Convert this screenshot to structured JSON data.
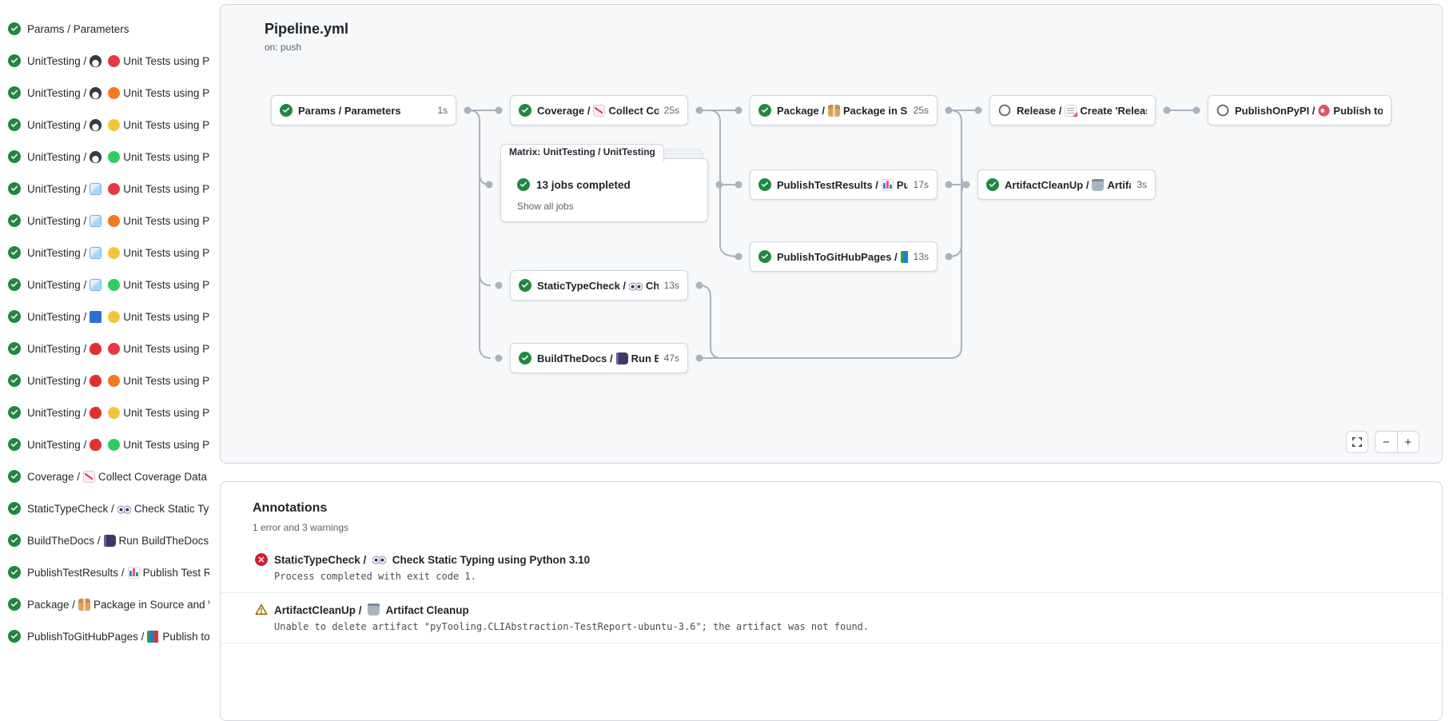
{
  "graph": {
    "title": "Pipeline.yml",
    "subtitle": "on: push",
    "matrix": {
      "tab": "Matrix: UnitTesting / UnitTesting",
      "summary": "13 jobs completed",
      "link": "Show all jobs"
    },
    "controls": {
      "zoom_out": "−",
      "zoom_in": "+"
    },
    "nodes": [
      {
        "id": "params",
        "status": "success",
        "before": "Params / Parameters",
        "icons": [],
        "after": "",
        "duration": "1s"
      },
      {
        "id": "coverage",
        "status": "success",
        "before": "Coverage / ",
        "icons": [
          "chart-up"
        ],
        "after": " Collect Cove...",
        "duration": "25s"
      },
      {
        "id": "package",
        "status": "success",
        "before": "Package / ",
        "icons": [
          "package"
        ],
        "after": " Package in So...",
        "duration": "25s"
      },
      {
        "id": "release",
        "status": "skipped",
        "before": "Release / ",
        "icons": [
          "memo"
        ],
        "after": " Create 'Release P...",
        "duration": ""
      },
      {
        "id": "pypi",
        "status": "skipped",
        "before": "PublishOnPyPI / ",
        "icons": [
          "rocket"
        ],
        "after": " Publish to ...",
        "duration": ""
      },
      {
        "id": "ptr",
        "status": "success",
        "before": "PublishTestResults / ",
        "icons": [
          "bars"
        ],
        "after": " Pu...",
        "duration": "17s"
      },
      {
        "id": "acu",
        "status": "success",
        "before": "ArtifactCleanUp / ",
        "icons": [
          "trash"
        ],
        "after": " Artifac...",
        "duration": "3s"
      },
      {
        "id": "ptghp",
        "status": "success",
        "before": "PublishToGitHubPages / ",
        "icons": [
          "books"
        ],
        "after": " ...",
        "duration": "13s"
      },
      {
        "id": "stc",
        "status": "success",
        "before": "StaticTypeCheck / ",
        "icons": [
          "eyes"
        ],
        "after": " Chec...",
        "duration": "13s"
      },
      {
        "id": "btd",
        "status": "success",
        "before": "BuildTheDocs / ",
        "icons": [
          "book"
        ],
        "after": " Run Buil...",
        "duration": "47s"
      }
    ]
  },
  "sidebar": {
    "items": [
      {
        "status": "success",
        "before": "Params / Parameters",
        "icons": [],
        "after": ""
      },
      {
        "status": "success",
        "before": "UnitTesting / ",
        "icons": [
          "penguin",
          "circle-red"
        ],
        "after": " Unit Tests using Pyth..."
      },
      {
        "status": "success",
        "before": "UnitTesting / ",
        "icons": [
          "penguin",
          "circle-orange"
        ],
        "after": " Unit Tests using Pyth..."
      },
      {
        "status": "success",
        "before": "UnitTesting / ",
        "icons": [
          "penguin",
          "circle-yellow"
        ],
        "after": " Unit Tests using Pyth..."
      },
      {
        "status": "success",
        "before": "UnitTesting / ",
        "icons": [
          "penguin",
          "circle-green"
        ],
        "after": " Unit Tests using Pyth..."
      },
      {
        "status": "success",
        "before": "UnitTesting / ",
        "icons": [
          "ice-cube",
          "circle-red"
        ],
        "after": " Unit Tests using Pyth..."
      },
      {
        "status": "success",
        "before": "UnitTesting / ",
        "icons": [
          "ice-cube",
          "circle-orange"
        ],
        "after": " Unit Tests using Pyth..."
      },
      {
        "status": "success",
        "before": "UnitTesting / ",
        "icons": [
          "ice-cube",
          "circle-yellow"
        ],
        "after": " Unit Tests using Pyth..."
      },
      {
        "status": "success",
        "before": "UnitTesting / ",
        "icons": [
          "ice-cube",
          "circle-green"
        ],
        "after": " Unit Tests using Pyth..."
      },
      {
        "status": "success",
        "before": "UnitTesting / ",
        "icons": [
          "blue-square",
          "circle-yellow"
        ],
        "after": " Unit Tests using Pyth..."
      },
      {
        "status": "success",
        "before": "UnitTesting / ",
        "icons": [
          "apple",
          "circle-red"
        ],
        "after": " Unit Tests using Pyth..."
      },
      {
        "status": "success",
        "before": "UnitTesting / ",
        "icons": [
          "apple",
          "circle-orange"
        ],
        "after": " Unit Tests using Pyth..."
      },
      {
        "status": "success",
        "before": "UnitTesting / ",
        "icons": [
          "apple",
          "circle-yellow"
        ],
        "after": " Unit Tests using Pyth..."
      },
      {
        "status": "success",
        "before": "UnitTesting / ",
        "icons": [
          "apple",
          "circle-green"
        ],
        "after": " Unit Tests using Pyth..."
      },
      {
        "status": "success",
        "before": "Coverage / ",
        "icons": [
          "chart-up"
        ],
        "after": " Collect Coverage Data usi..."
      },
      {
        "status": "success",
        "before": "StaticTypeCheck / ",
        "icons": [
          "eyes"
        ],
        "after": " Check Static Typing..."
      },
      {
        "status": "success",
        "before": "BuildTheDocs / ",
        "icons": [
          "book"
        ],
        "after": " Run BuildTheDocs"
      },
      {
        "status": "success",
        "before": "PublishTestResults / ",
        "icons": [
          "bars"
        ],
        "after": " Publish Test Resu..."
      },
      {
        "status": "success",
        "before": "Package / ",
        "icons": [
          "package"
        ],
        "after": " Package in Source and Wh..."
      },
      {
        "status": "success",
        "before": "PublishToGitHubPages / ",
        "icons": [
          "books"
        ],
        "after": " Publish to G..."
      }
    ]
  },
  "annotations": {
    "title": "Annotations",
    "subtitle": "1 error and 3 warnings",
    "items": [
      {
        "severity": "error",
        "before": "StaticTypeCheck / ",
        "icons": [
          "eyes"
        ],
        "after": " Check Static Typing using Python 3.10",
        "detail": "Process completed with exit code 1."
      },
      {
        "severity": "warning",
        "before": "ArtifactCleanUp / ",
        "icons": [
          "trash"
        ],
        "after": " Artifact Cleanup",
        "detail": "Unable to delete artifact \"pyTooling.CLIAbstraction-TestReport-ubuntu-3.6\"; the artifact was not found."
      }
    ]
  }
}
